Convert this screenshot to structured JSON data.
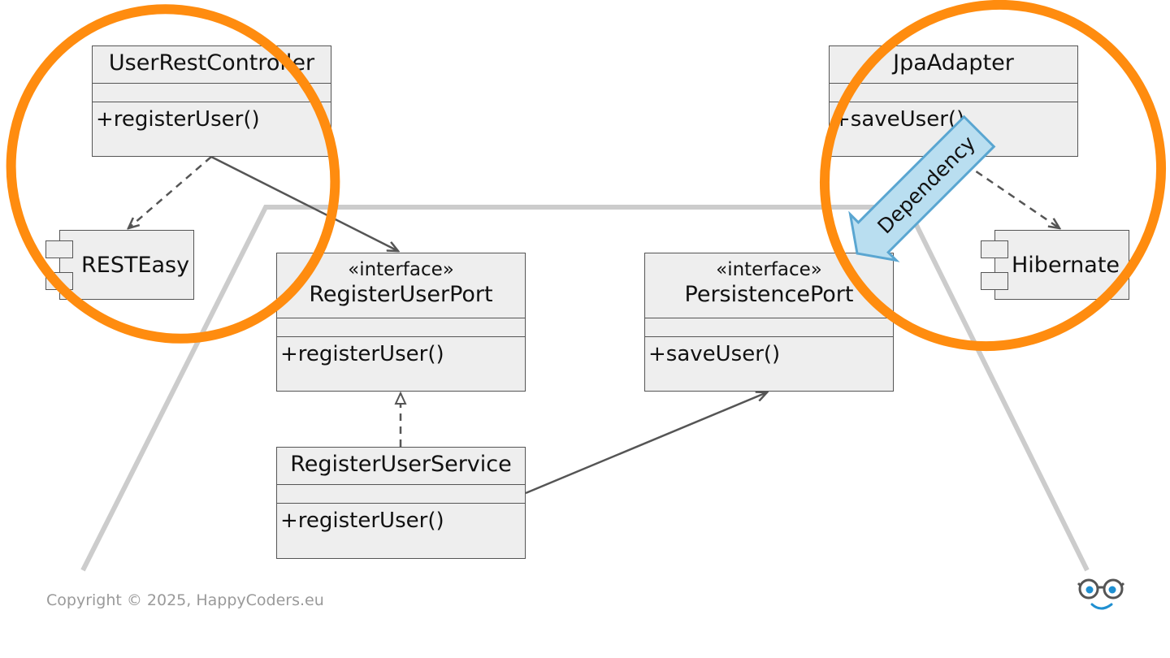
{
  "diagram": {
    "classes": {
      "user_rest_controller": {
        "name": "UserRestController",
        "method": "+registerUser()"
      },
      "jpa_adapter": {
        "name": "JpaAdapter",
        "method": "+saveUser()"
      },
      "register_user_port": {
        "stereotype": "«interface»",
        "name": "RegisterUserPort",
        "method": "+registerUser()"
      },
      "persistence_port": {
        "stereotype": "«interface»",
        "name": "PersistencePort",
        "method": "+saveUser()"
      },
      "register_user_service": {
        "name": "RegisterUserService",
        "method": "+registerUser()"
      }
    },
    "components": {
      "resteasy": "RESTEasy",
      "hibernate": "Hibernate"
    },
    "dependency_callout": "Dependency",
    "colors": {
      "highlight_ring": "#ff8c0f",
      "hexagon_outline": "#cccccc",
      "callout_fill": "#b9def0",
      "callout_stroke": "#5aa6d1",
      "box_fill": "#eeeeee",
      "line": "#555555"
    }
  },
  "footer": {
    "copyright": "Copyright © 2025, HappyCoders.eu",
    "logo": "glasses-smile-logo-icon"
  }
}
